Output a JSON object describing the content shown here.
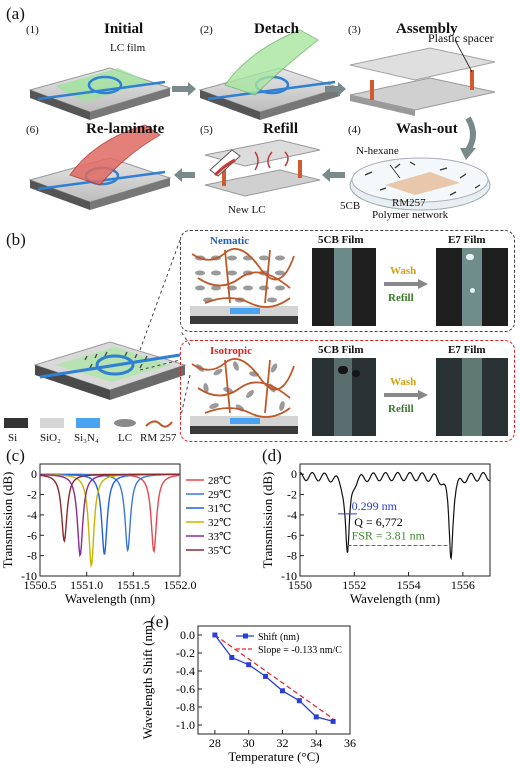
{
  "panel_a": {
    "label": "(a)",
    "steps": [
      {
        "num": "(1)",
        "title": "Initial"
      },
      {
        "num": "(2)",
        "title": "Detach"
      },
      {
        "num": "(3)",
        "title": "Assembly"
      },
      {
        "num": "(4)",
        "title": "Wash-out"
      },
      {
        "num": "(5)",
        "title": "Refill"
      },
      {
        "num": "(6)",
        "title": "Re-laminate"
      }
    ],
    "annotations": {
      "lc_film": "LC film",
      "plastic_spacer": "Plastic spacer",
      "n_hexane": "N-hexane",
      "cb5": "5CB",
      "rm257": "RM257",
      "polymer_network": "Polymer network",
      "new_lc": "New LC"
    },
    "colors": {
      "si3n4": "#2f7fd3",
      "lc_green": "#8fd68a",
      "lc_red": "#d9534f",
      "arrow": "#7a8a8a"
    }
  },
  "panel_b": {
    "label": "(b)",
    "nematic": {
      "label": "Nematic",
      "film1": "5CB Film",
      "film2": "E7 Film",
      "wash": "Wash",
      "refill": "Refill"
    },
    "isotropic": {
      "label": "Isotropic",
      "film1": "5CB Film",
      "film2": "E7 Film",
      "wash": "Wash",
      "refill": "Refill"
    },
    "legend": [
      {
        "name": "Si",
        "color": "#333333"
      },
      {
        "name": "SiO₂",
        "color": "#d6d6d6"
      },
      {
        "name": "Si₃N₄",
        "color": "#4aa3f0"
      },
      {
        "name": "LC",
        "color": "#8a8a8a"
      },
      {
        "name": "RM 257",
        "color": "#c0582a"
      }
    ],
    "colors": {
      "nematic": "#1f5fbf",
      "isotropic": "#e02020",
      "wash": "#d4a017",
      "refill": "#3b7a2a"
    }
  },
  "panel_c": {
    "label": "(c)",
    "chart_data": {
      "type": "line",
      "xlabel": "Wavelength (nm)",
      "ylabel": "Transmission (dB)",
      "xlim": [
        1550.5,
        1552.0
      ],
      "ylim": [
        -10,
        1
      ],
      "xticks": [
        "1550.5",
        "1551.0",
        "1551.5",
        "1552.0"
      ],
      "yticks": [
        "0",
        "-2",
        "-4",
        "-6",
        "-8",
        "-10"
      ],
      "series": [
        {
          "name": "28℃",
          "color": "#e8474f",
          "dip_center": 1551.72,
          "dip_depth": -7.6
        },
        {
          "name": "29℃",
          "color": "#3a7ad5",
          "dip_center": 1551.44,
          "dip_depth": -7.5
        },
        {
          "name": "31℃",
          "color": "#2060e8",
          "dip_center": 1551.19,
          "dip_depth": -7.9
        },
        {
          "name": "32℃",
          "color": "#c8b400",
          "dip_center": 1551.05,
          "dip_depth": -9.0
        },
        {
          "name": "33℃",
          "color": "#8a2b9a",
          "dip_center": 1550.93,
          "dip_depth": -8.0
        },
        {
          "name": "35℃",
          "color": "#8a2a2a",
          "dip_center": 1550.76,
          "dip_depth": -6.6
        }
      ]
    }
  },
  "panel_d": {
    "label": "(d)",
    "chart_data": {
      "type": "line",
      "xlabel": "Wavelength (nm)",
      "ylabel": "Transmission (dB)",
      "xlim": [
        1550,
        1557
      ],
      "ylim": [
        -10,
        1
      ],
      "xticks": [
        "1550",
        "1552",
        "1554",
        "1556"
      ],
      "yticks": [
        "0",
        "-2",
        "-4",
        "-6",
        "-8",
        "-10"
      ],
      "dips": [
        1551.75,
        1555.56
      ],
      "dip_depth": -7.8,
      "annotations": {
        "fwhm": "0.299 nm",
        "q": "Q = 6,772",
        "fsr": "FSR = 3.81 nm"
      }
    }
  },
  "panel_e": {
    "label": "(e)",
    "chart_data": {
      "type": "line",
      "xlabel": "Temperature (°C)",
      "ylabel": "Wavelength Shift (nm)",
      "xlim": [
        27,
        36
      ],
      "ylim": [
        -1.1,
        0.1
      ],
      "xticks": [
        "28",
        "30",
        "32",
        "34",
        "36"
      ],
      "yticks": [
        "0.0",
        "-0.2",
        "-0.4",
        "-0.6",
        "-0.8",
        "-1.0"
      ],
      "series": [
        {
          "name": "Shift (nm)",
          "color": "#2b3fd6",
          "x": [
            28,
            29,
            30,
            31,
            32,
            33,
            34,
            35
          ],
          "y": [
            0.0,
            -0.25,
            -0.33,
            -0.46,
            -0.62,
            -0.73,
            -0.91,
            -0.96
          ]
        },
        {
          "name": "Slope = -0.133 nm/C",
          "color": "#e02a2a",
          "slope": -0.133
        }
      ]
    }
  }
}
